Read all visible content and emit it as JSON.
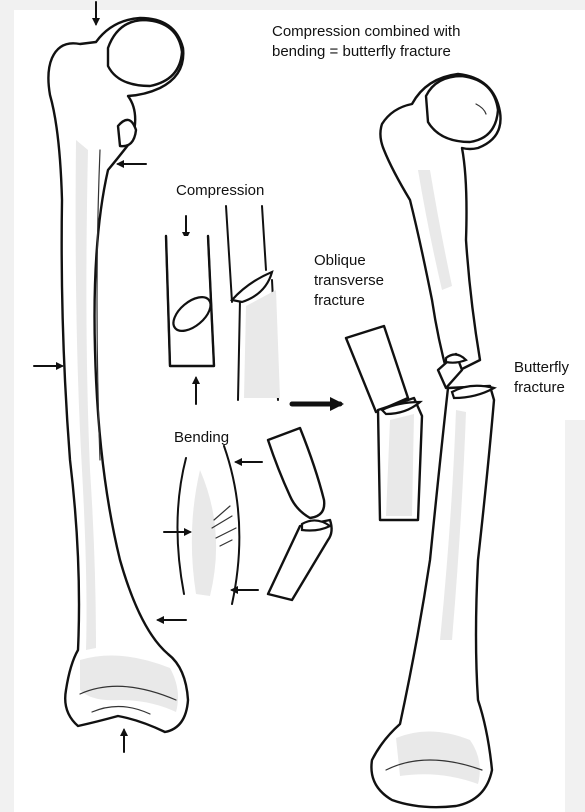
{
  "diagram": {
    "title_line1": "Compression combined with",
    "title_line2": "bending = butterfly fracture",
    "compression_label": "Compression",
    "bending_label": "Bending",
    "oblique_line1": "Oblique",
    "oblique_line2": "transverse",
    "oblique_line3": "fracture",
    "butterfly_line1": "Butterfly",
    "butterfly_line2": "fracture"
  },
  "colors": {
    "ink": "#111111",
    "bone_fill": "#ffffff",
    "shading": "#e9e9e9",
    "background_pattern": "#f1f1f1"
  },
  "icons": {
    "force_arrow": "small-arrow-icon",
    "result_arrow": "large-arrow-icon"
  }
}
